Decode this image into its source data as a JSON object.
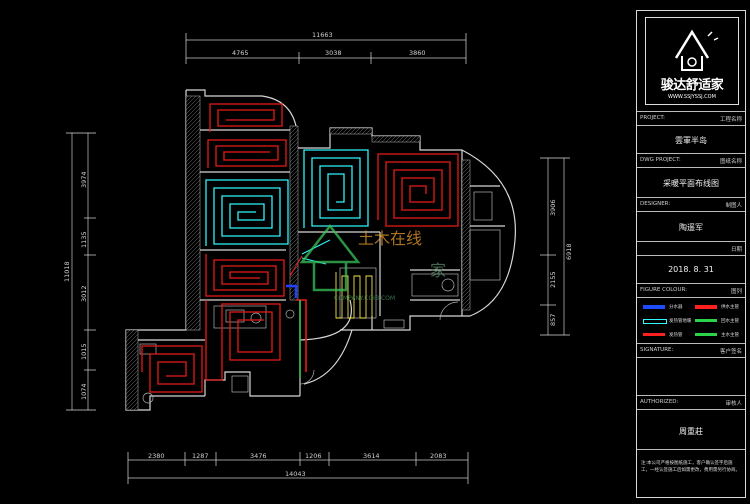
{
  "dimensions": {
    "top_total": "11663",
    "top_segments": [
      "4765",
      "3038",
      "3860"
    ],
    "bottom_segments": [
      "2380",
      "1287",
      "3476",
      "1206",
      "3614",
      "2083"
    ],
    "bottom_total": "14043",
    "left_total": "11018",
    "left_segments": [
      "3974",
      "1135",
      "3012",
      "1015",
      "1074"
    ],
    "right_total": "6918",
    "right_segments": [
      "3906",
      "2155",
      "857"
    ]
  },
  "watermark": {
    "brand": "土木在线",
    "site": "家",
    "url": "COMPANY.COIB.COM"
  },
  "title_block": {
    "logo_brand": "骏达舒适家",
    "logo_url": "WWW.SSJYSSJ.COM",
    "project_label": "PROJECT:",
    "project_label_cn": "工程名称",
    "project_name": "雲軍半岛",
    "dwg_label": "DWG PROJECT:",
    "dwg_label_cn": "图纸名称",
    "dwg_name": "采暖平面布线图",
    "designer_label": "DESIGNER:",
    "designer_label_cn": "制图人",
    "designer_name": "陶遥军",
    "date_label_cn": "日期",
    "date_value": "2018. 8. 31",
    "figure_label": "FIGURE COLOUR:",
    "figure_label_cn": "图列",
    "legend": [
      {
        "label": "分水器",
        "color": "#1f4bff"
      },
      {
        "label": "供水主管",
        "color": "#ff2020"
      },
      {
        "label": "发热管地暖",
        "color": "#2ff7ff"
      },
      {
        "label": "回水主管",
        "color": "#2bd34a"
      },
      {
        "label": "发热管",
        "color": "#ff2020"
      },
      {
        "label": "主水主管",
        "color": "#2bd34a"
      }
    ],
    "signature_label": "SIGNATURE:",
    "signature_label_cn": "客户签名",
    "authorized_label": "AUTHORIZED:",
    "authorized_label_cn": "审核人",
    "authorized_name": "周重莊",
    "notes": "注:本公司严格按图纸施工，客户确认签字后施工，一经认签施工后如需更改，费用需另行协商。"
  },
  "colors": {
    "red_loop": "#e81a1a",
    "cyan_loop": "#2ff2f6",
    "wall": "#d6d6d6",
    "dim": "#c8c8c8",
    "accent_blue": "#2040ff",
    "accent_green": "#31c04b"
  }
}
